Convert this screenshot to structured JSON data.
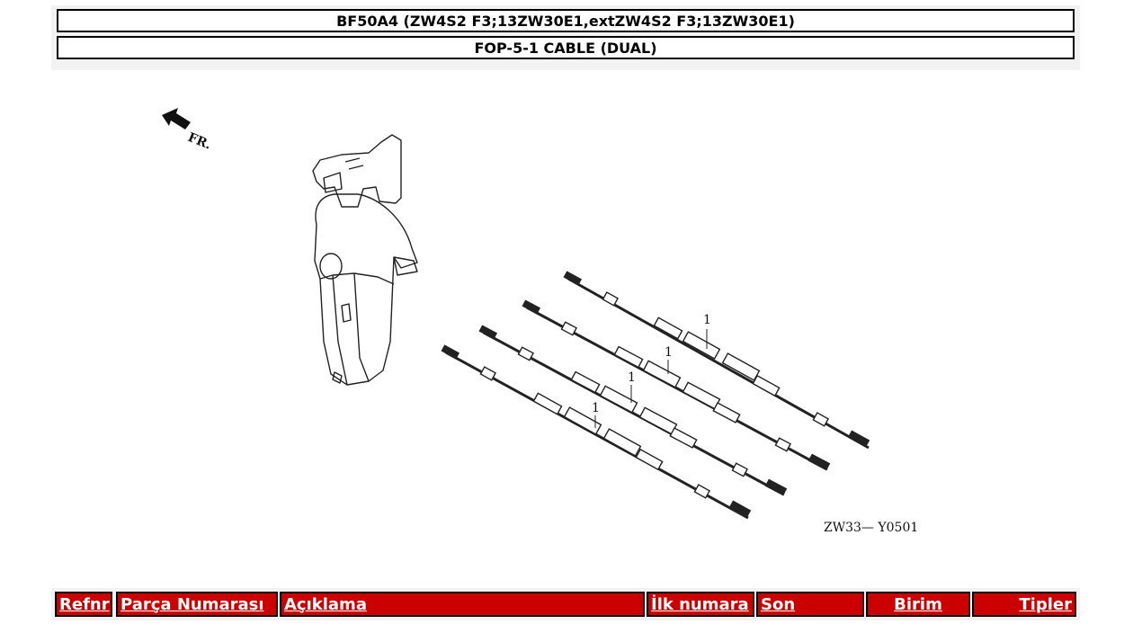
{
  "header": {
    "model": "BF50A4 (ZW4S2 F3;13ZW30E1,extZW4S2 F3;13ZW30E1)",
    "section": "FOP-5-1 CABLE (DUAL)"
  },
  "diagram": {
    "direction_label": "FR.",
    "callouts": [
      "1",
      "1",
      "1",
      "1"
    ],
    "figure_code": "ZW33— Y0501"
  },
  "table": {
    "columns": [
      "Refnr",
      "Parça Numarası",
      "Açıklama",
      "İlk numara",
      "Son",
      "Birim",
      "Tipler"
    ]
  },
  "colors": {
    "header_red": "#cc0000",
    "panel_gray": "#f2f2f2"
  }
}
